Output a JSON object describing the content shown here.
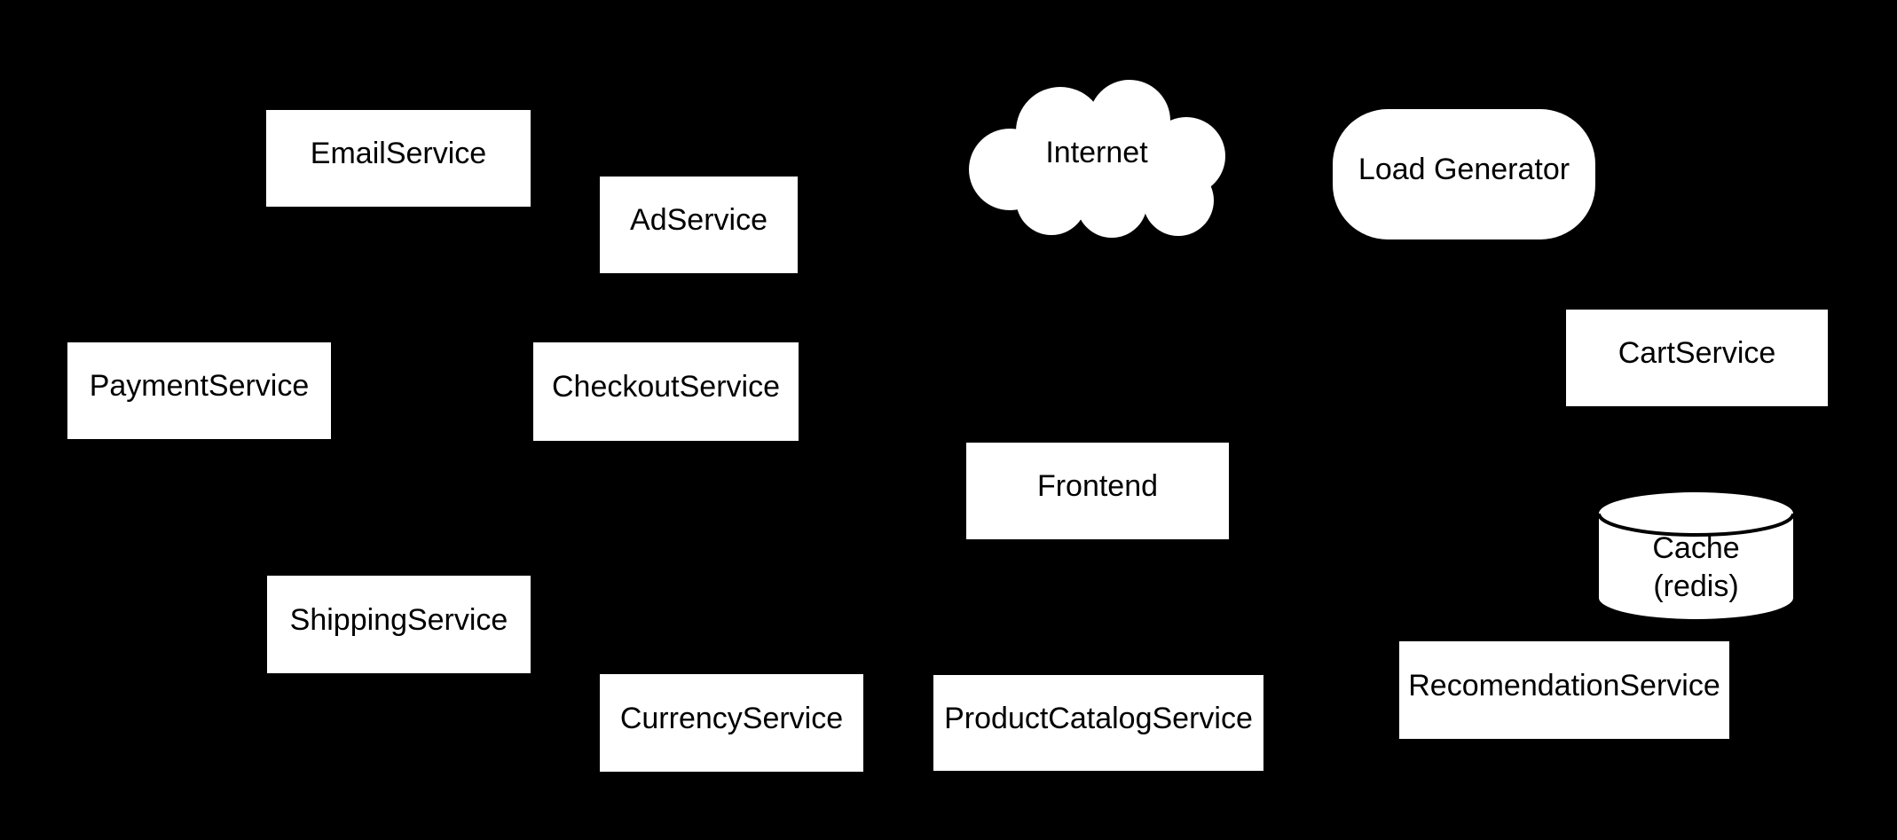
{
  "diagram": {
    "colors": {
      "background": "#000000",
      "node_fill": "#ffffff",
      "node_text": "#000000"
    },
    "nodes": {
      "email_service": {
        "label": "EmailService",
        "shape": "box"
      },
      "ad_service": {
        "label": "AdService",
        "shape": "box"
      },
      "internet": {
        "label": "Internet",
        "shape": "cloud"
      },
      "load_generator": {
        "label": "Load Generator",
        "shape": "rounded-box"
      },
      "payment_service": {
        "label": "PaymentService",
        "shape": "box"
      },
      "checkout_service": {
        "label": "CheckoutService",
        "shape": "box"
      },
      "cart_service": {
        "label": "CartService",
        "shape": "box"
      },
      "frontend": {
        "label": "Frontend",
        "shape": "box"
      },
      "cache": {
        "label_line1": "Cache",
        "label_line2": "(redis)",
        "shape": "cylinder"
      },
      "shipping_service": {
        "label": "ShippingService",
        "shape": "box"
      },
      "currency_service": {
        "label": "CurrencyService",
        "shape": "box"
      },
      "product_catalog_service": {
        "label": "ProductCatalogService",
        "shape": "box"
      },
      "recomendation_service": {
        "label": "RecomendationService",
        "shape": "box"
      }
    }
  }
}
